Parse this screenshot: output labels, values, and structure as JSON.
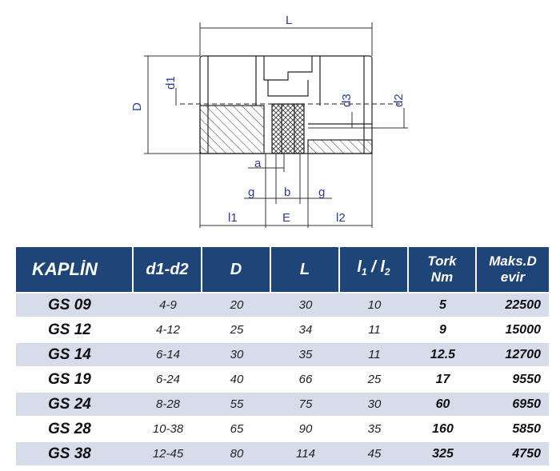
{
  "drawing": {
    "labels": {
      "L": "L",
      "D": "D",
      "d1": "d1",
      "d2": "d2",
      "d3": "d3",
      "a": "a",
      "b": "b",
      "g_left": "g",
      "g_right": "g",
      "l1": "l1",
      "E": "E",
      "l2": "l2"
    }
  },
  "table": {
    "headers": {
      "model": "KAPLİN",
      "bore": "d1-d2",
      "d": "D",
      "l": "L",
      "l_part1": "l",
      "l_sub1": "1",
      "l_sep": " / ",
      "l_part2": "l",
      "l_sub2": "2",
      "torque_line1": "Tork",
      "torque_line2": "Nm",
      "speed_line1": "Maks.D",
      "speed_line2": "evir"
    },
    "rows": [
      {
        "model": "GS 09",
        "bore": "4-9",
        "d": "20",
        "l": "30",
        "l12": "10",
        "torque": "5",
        "speed": "22500"
      },
      {
        "model": "GS 12",
        "bore": "4-12",
        "d": "25",
        "l": "34",
        "l12": "11",
        "torque": "9",
        "speed": "15000"
      },
      {
        "model": "GS 14",
        "bore": "6-14",
        "d": "30",
        "l": "35",
        "l12": "11",
        "torque": "12.5",
        "speed": "12700"
      },
      {
        "model": "GS 19",
        "bore": "6-24",
        "d": "40",
        "l": "66",
        "l12": "25",
        "torque": "17",
        "speed": "9550"
      },
      {
        "model": "GS 24",
        "bore": "8-28",
        "d": "55",
        "l": "75",
        "l12": "30",
        "torque": "60",
        "speed": "6950"
      },
      {
        "model": "GS 28",
        "bore": "10-38",
        "d": "65",
        "l": "90",
        "l12": "35",
        "torque": "160",
        "speed": "5850"
      },
      {
        "model": "GS 38",
        "bore": "12-45",
        "d": "80",
        "l": "114",
        "l12": "45",
        "torque": "325",
        "speed": "4750"
      }
    ]
  },
  "colors": {
    "header_bg": "#1f4478",
    "stripe": "#d6dcea",
    "dimension_text": "#2c3e8c"
  }
}
